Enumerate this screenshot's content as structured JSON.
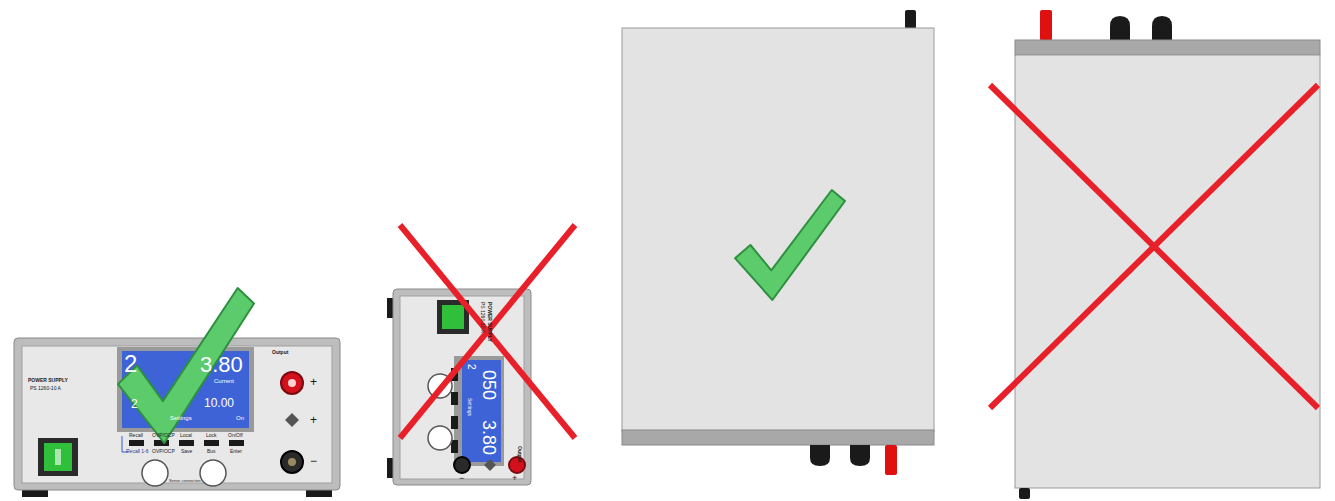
{
  "diagram": {
    "labels": [
      "POWER SUPPLY",
      "PS 1260-10 A",
      "2",
      "3.80",
      "Current",
      "2",
      "10.00",
      "Settings",
      "On",
      "Recall",
      "OVP/OCP",
      "Local",
      "Lock",
      "On/Off",
      "Recall 1-6",
      "OVP/OCP",
      "Save",
      "Bus",
      "Enter",
      "Sense connection",
      "Output",
      "+",
      "+",
      "−",
      "POWER SUPPLY",
      "PS 1260-10 A",
      "050",
      "3.80",
      "2",
      "Settings",
      "−",
      "+",
      "Output"
    ]
  }
}
